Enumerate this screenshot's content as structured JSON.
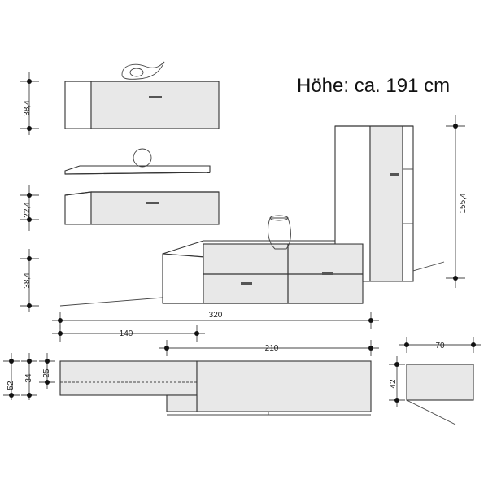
{
  "title": "Höhe: ca. 191 cm",
  "dimensions": {
    "wall_unit_height": "38,4",
    "lowboard_height": "22,4",
    "sideboard_height": "38,4",
    "tall_cabinet_height": "155,4",
    "total_width": "320",
    "left_width": "140",
    "right_width": "210",
    "depth_52": "52",
    "depth_34": "34",
    "depth_25": "25",
    "side_width": "70",
    "side_depth": "42"
  }
}
